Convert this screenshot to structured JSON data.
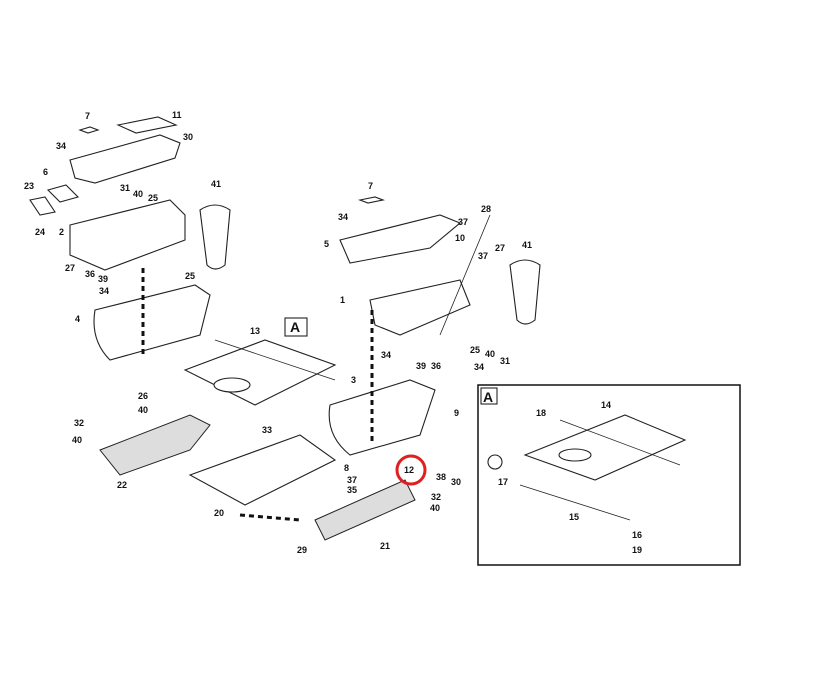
{
  "diagram": {
    "callouts": [
      "7",
      "11",
      "34",
      "30",
      "6",
      "23",
      "31",
      "40",
      "25",
      "41",
      "24",
      "2",
      "27",
      "36",
      "39",
      "25",
      "34",
      "4",
      "13",
      "26",
      "40",
      "32",
      "40",
      "33",
      "22",
      "20",
      "29",
      "21",
      "7",
      "34",
      "28",
      "37",
      "5",
      "10",
      "37",
      "27",
      "41",
      "1",
      "34",
      "39",
      "36",
      "34",
      "25",
      "40",
      "31",
      "3",
      "9",
      "8",
      "12",
      "37",
      "35",
      "38",
      "30",
      "32",
      "40"
    ],
    "detail_ref": "A",
    "highlighted_callout": "12",
    "highlight_color": "#e02020",
    "inset": {
      "title": "A",
      "callouts": [
        "14",
        "18",
        "17",
        "15",
        "16",
        "19"
      ]
    }
  }
}
